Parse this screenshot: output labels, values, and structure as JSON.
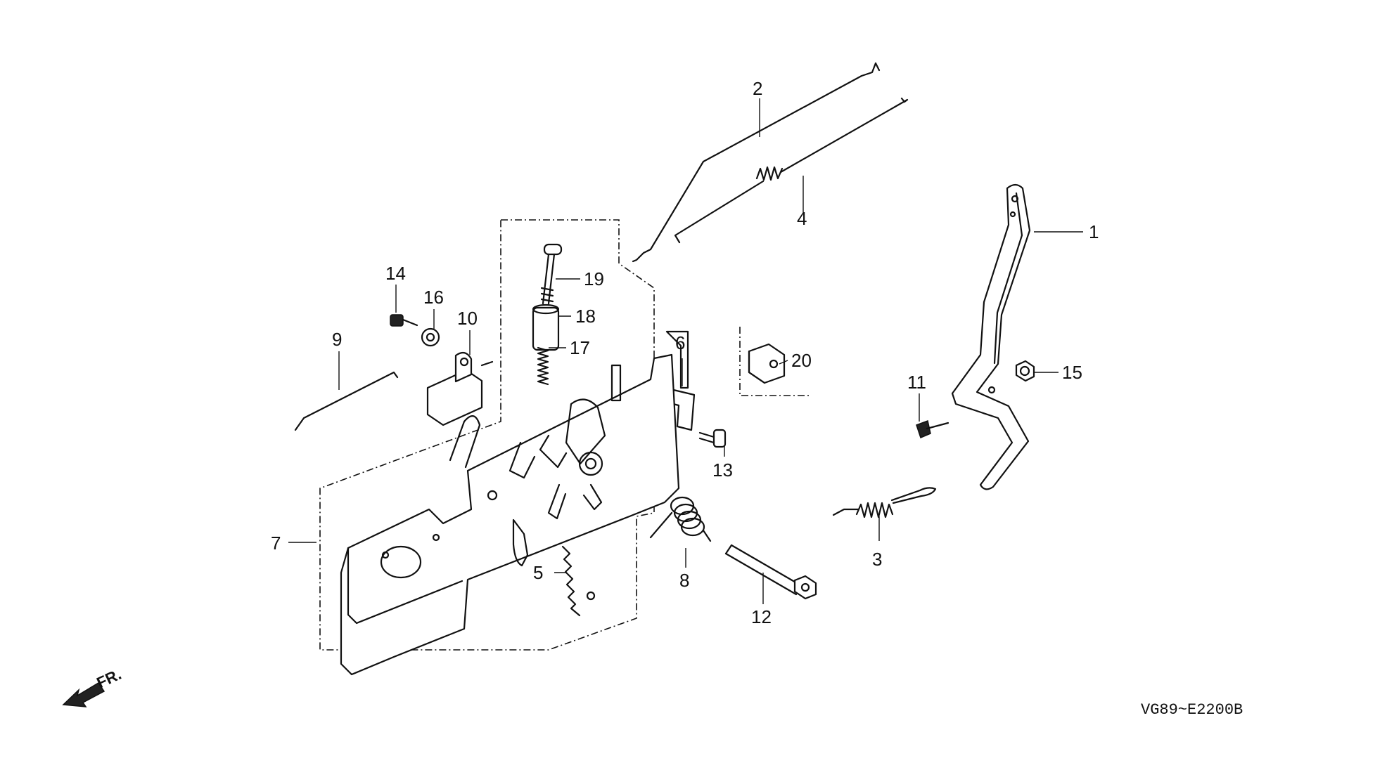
{
  "diagram": {
    "code": "VG89~E2200B",
    "direction_label": "FR.",
    "callouts": [
      "1",
      "2",
      "3",
      "4",
      "5",
      "6",
      "7",
      "8",
      "9",
      "10",
      "11",
      "12",
      "13",
      "14",
      "15",
      "16",
      "17",
      "18",
      "19",
      "20"
    ],
    "icons": {
      "front_arrow": "front-direction-arrow-icon"
    }
  }
}
